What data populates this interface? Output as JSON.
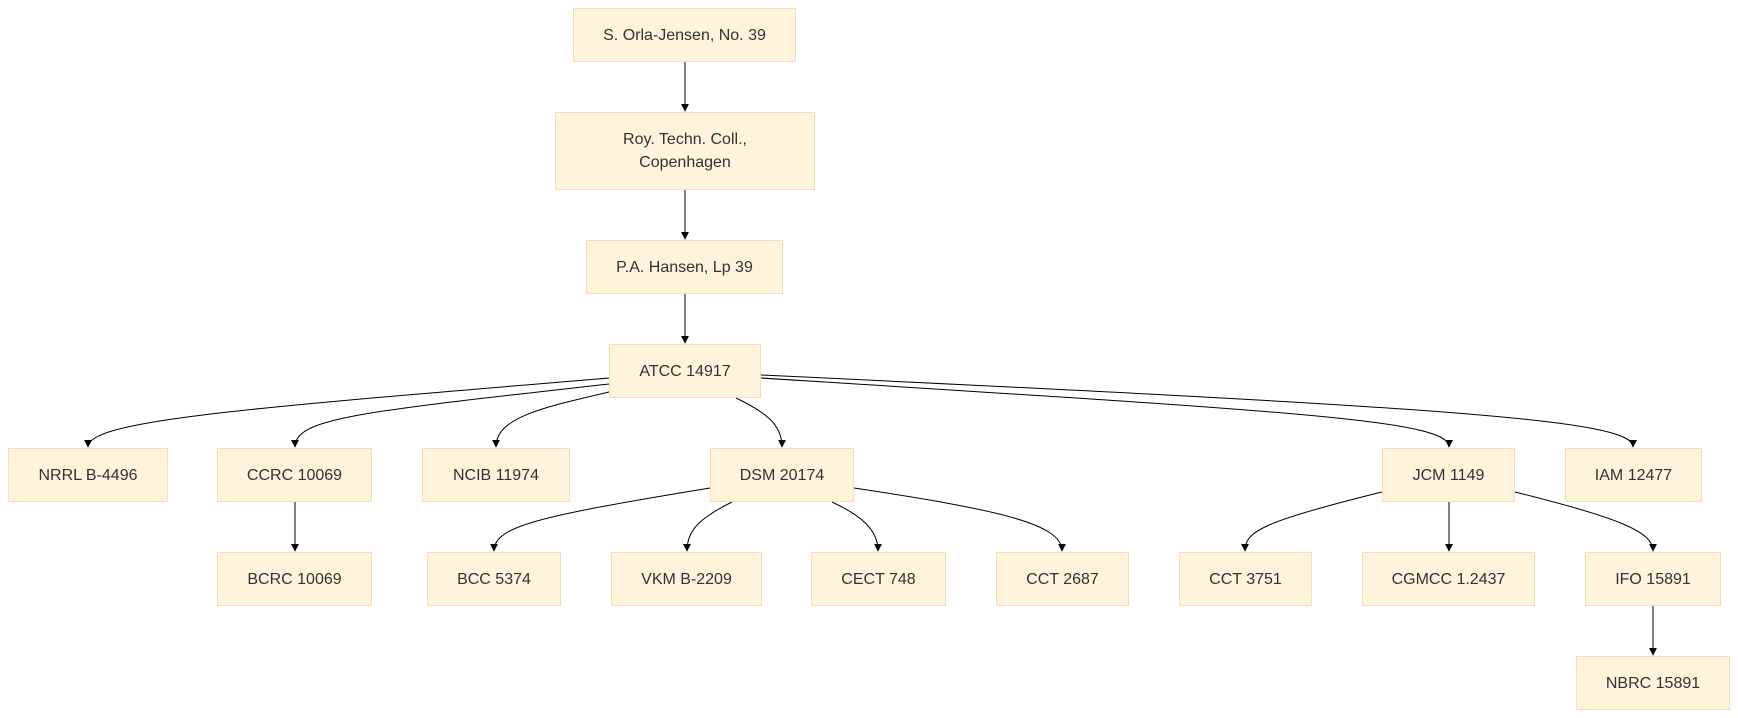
{
  "diagram": {
    "nodes": {
      "root": "S. Orla-Jensen, No. 39",
      "roy": "Roy. Techn. Coll., Copenhagen",
      "pa": "P.A. Hansen, Lp 39",
      "atcc": "ATCC 14917",
      "nrrl": "NRRL B-4496",
      "ccrc": "CCRC 10069",
      "ncib": "NCIB 11974",
      "dsm": "DSM 20174",
      "jcm": "JCM 1149",
      "iam": "IAM 12477",
      "bcrc": "BCRC 10069",
      "bcc": "BCC 5374",
      "vkm": "VKM B-2209",
      "cect": "CECT 748",
      "cct2": "CCT 2687",
      "cct3": "CCT 3751",
      "cgm": "CGMCC 1.2437",
      "ifo": "IFO 15891",
      "nbrc": "NBRC 15891"
    },
    "edges": [
      [
        "root",
        "roy"
      ],
      [
        "roy",
        "pa"
      ],
      [
        "pa",
        "atcc"
      ],
      [
        "atcc",
        "nrrl"
      ],
      [
        "atcc",
        "ccrc"
      ],
      [
        "atcc",
        "ncib"
      ],
      [
        "atcc",
        "dsm"
      ],
      [
        "atcc",
        "jcm"
      ],
      [
        "atcc",
        "iam"
      ],
      [
        "ccrc",
        "bcrc"
      ],
      [
        "dsm",
        "bcc"
      ],
      [
        "dsm",
        "vkm"
      ],
      [
        "dsm",
        "cect"
      ],
      [
        "dsm",
        "cct2"
      ],
      [
        "jcm",
        "cct3"
      ],
      [
        "jcm",
        "cgm"
      ],
      [
        "jcm",
        "ifo"
      ],
      [
        "ifo",
        "nbrc"
      ]
    ],
    "colors": {
      "node_fill": "#fff3dc",
      "node_border": "#f2dfb4",
      "text": "#333333",
      "edge": "#000000"
    }
  }
}
